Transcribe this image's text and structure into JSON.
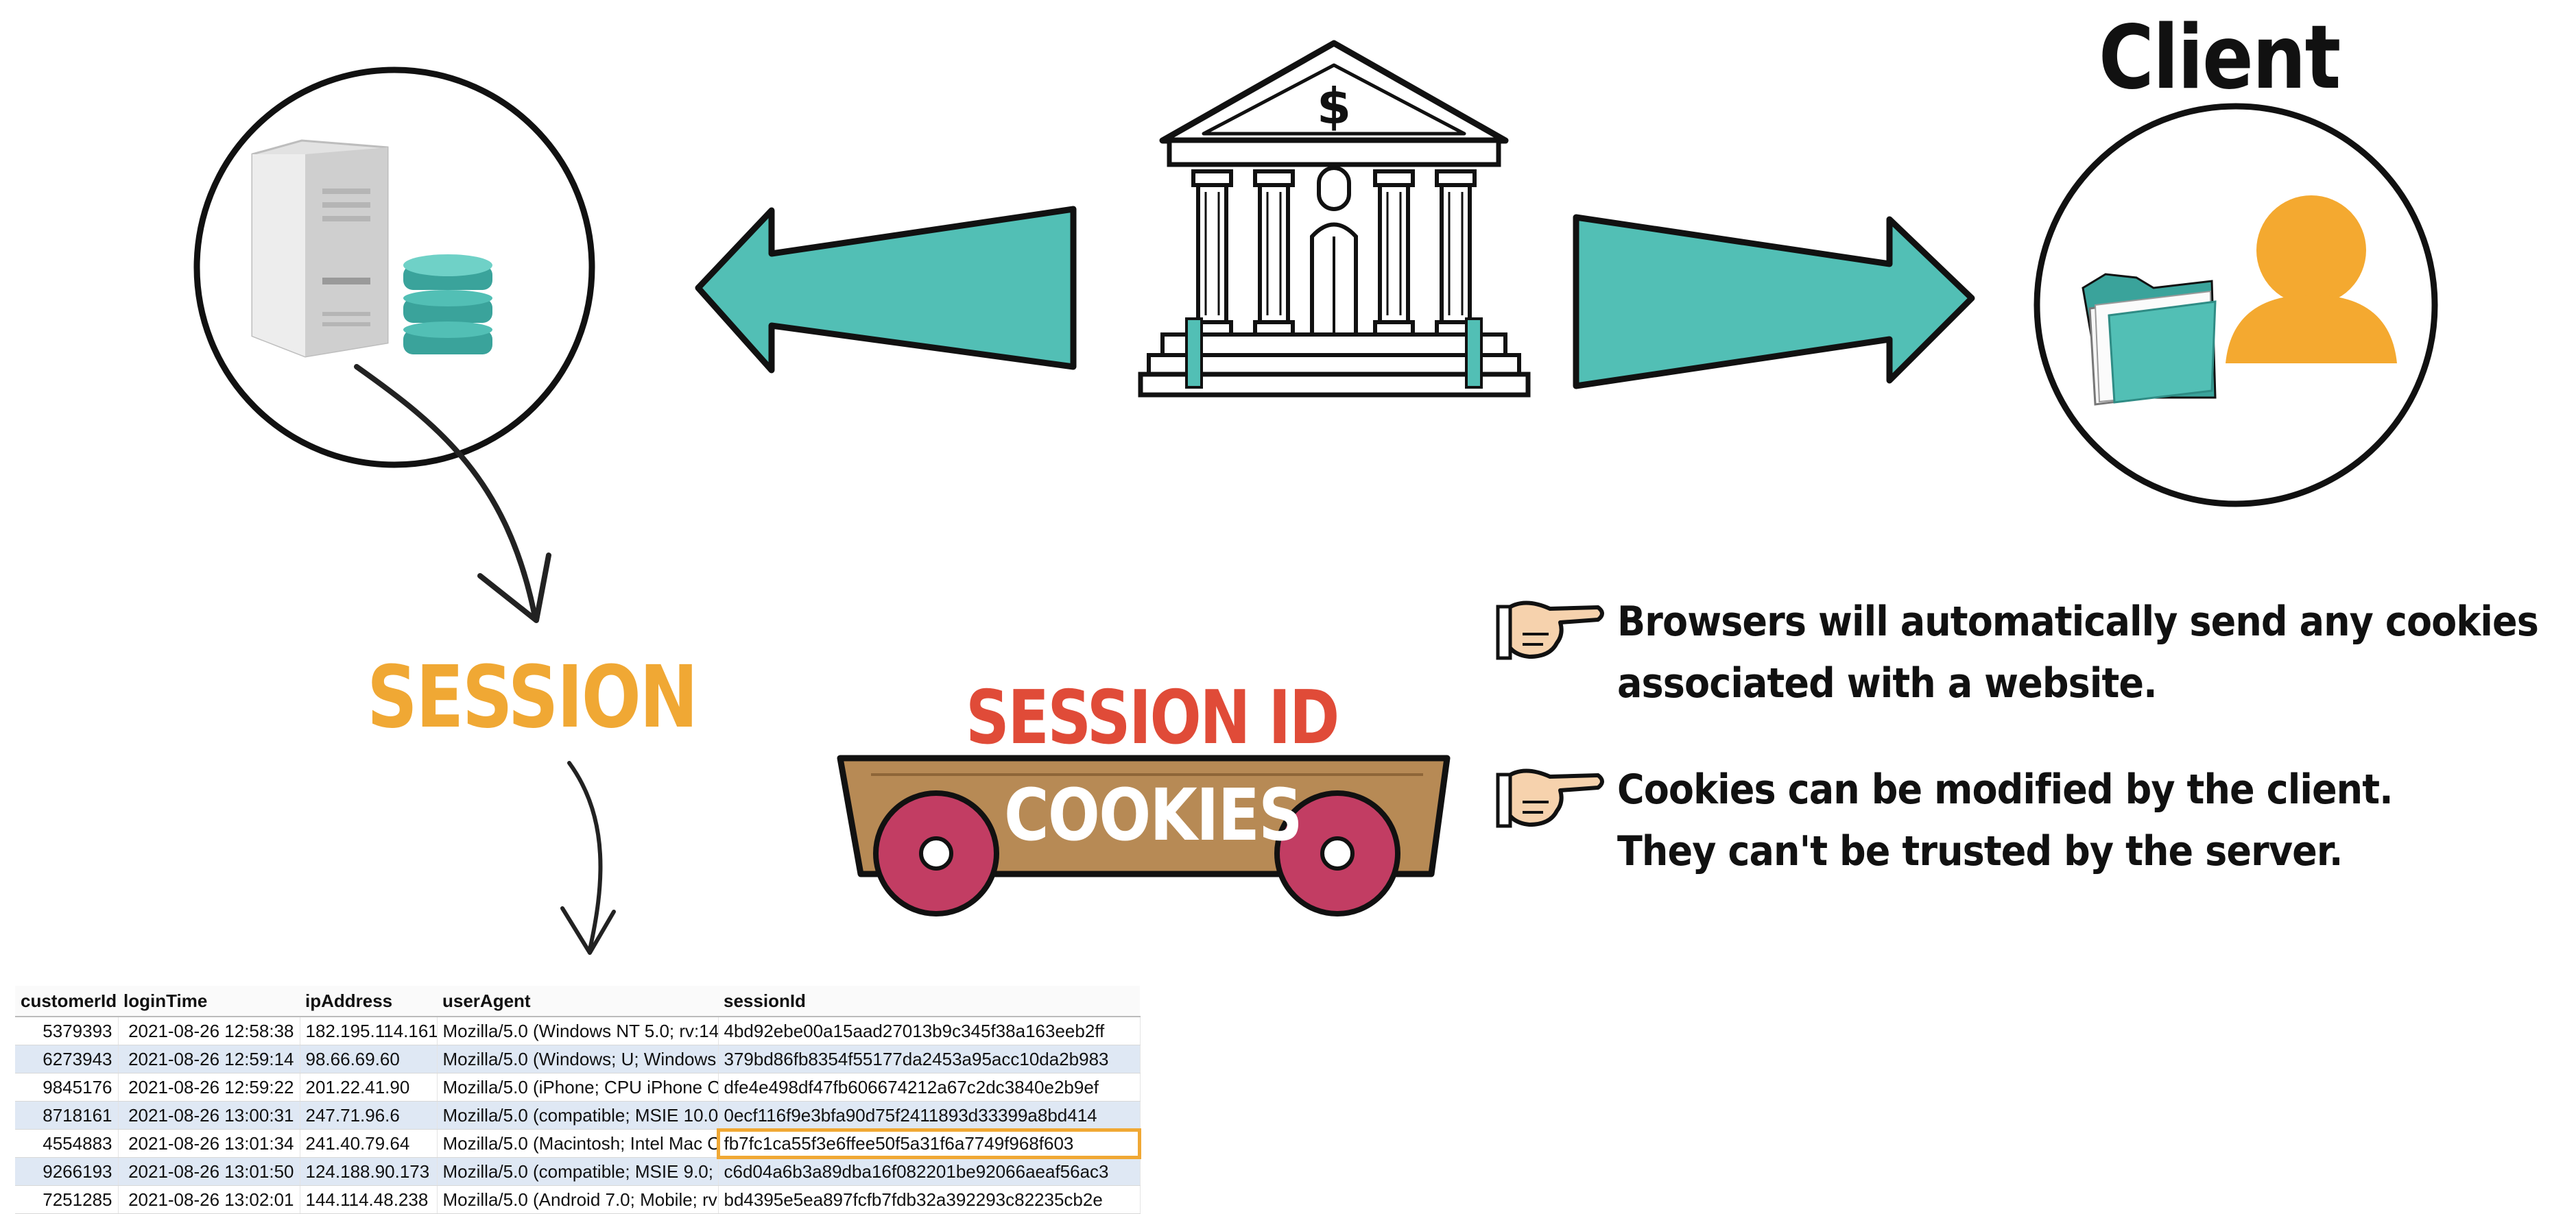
{
  "client_title": "Client",
  "session_label": "SESSION",
  "session_id_label": "SESSION ID",
  "cookies_label": "COOKIES",
  "bullets": [
    {
      "line1": "Browsers will automatically send any cookies",
      "line2": "associated with a website."
    },
    {
      "line1": "Cookies can be modified by the client.",
      "line2": "They can't be trusted by the server."
    }
  ],
  "bank_icon_symbol": "$",
  "colors": {
    "teal": "#52bfb5",
    "orange": "#f0a834",
    "red": "#e04b38",
    "cart_brown": "#b78a55",
    "wheel": "#c23d63"
  },
  "icons": [
    "server-icon",
    "database-icon",
    "bank-icon",
    "folder-icon",
    "user-icon",
    "pointing-hand-icon",
    "cart-icon"
  ],
  "table": {
    "columns": [
      "customerId",
      "loginTime",
      "ipAddress",
      "userAgent",
      "sessionId"
    ],
    "rows": [
      [
        "5379393",
        "2021-08-26 12:58:38",
        "182.195.114.161",
        "Mozilla/5.0 (Windows NT 5.0; rv:14",
        "4bd92ebe00a15aad27013b9c345f38a163eeb2ff"
      ],
      [
        "6273943",
        "2021-08-26 12:59:14",
        "98.66.69.60",
        "Mozilla/5.0 (Windows; U; Windows",
        "379bd86fb8354f55177da2453a95acc10da2b983"
      ],
      [
        "9845176",
        "2021-08-26 12:59:22",
        "201.22.41.90",
        "Mozilla/5.0 (iPhone; CPU iPhone C",
        "dfe4e498df47fb606674212a67c2dc3840e2b9ef"
      ],
      [
        "8718161",
        "2021-08-26 13:00:31",
        "247.71.96.6",
        "Mozilla/5.0 (compatible; MSIE 10.0",
        "0ecf116f9e3bfa90d75f2411893d33399a8bd414"
      ],
      [
        "4554883",
        "2021-08-26 13:01:34",
        "241.40.79.64",
        "Mozilla/5.0 (Macintosh; Intel Mac C",
        "fb7fc1ca55f3e6ffee50f5a31f6a7749f968f603"
      ],
      [
        "9266193",
        "2021-08-26 13:01:50",
        "124.188.90.173",
        "Mozilla/5.0 (compatible; MSIE 9.0;",
        "c6d04a6b3a89dba16f082201be92066aeaf56ac3"
      ],
      [
        "7251285",
        "2021-08-26 13:02:01",
        "144.114.48.238",
        "Mozilla/5.0 (Android 7.0; Mobile; rv",
        "bd4395e5ea897fcfb7fdb32a392293c82235cb2e"
      ]
    ],
    "highlighted_row_index": 4
  }
}
